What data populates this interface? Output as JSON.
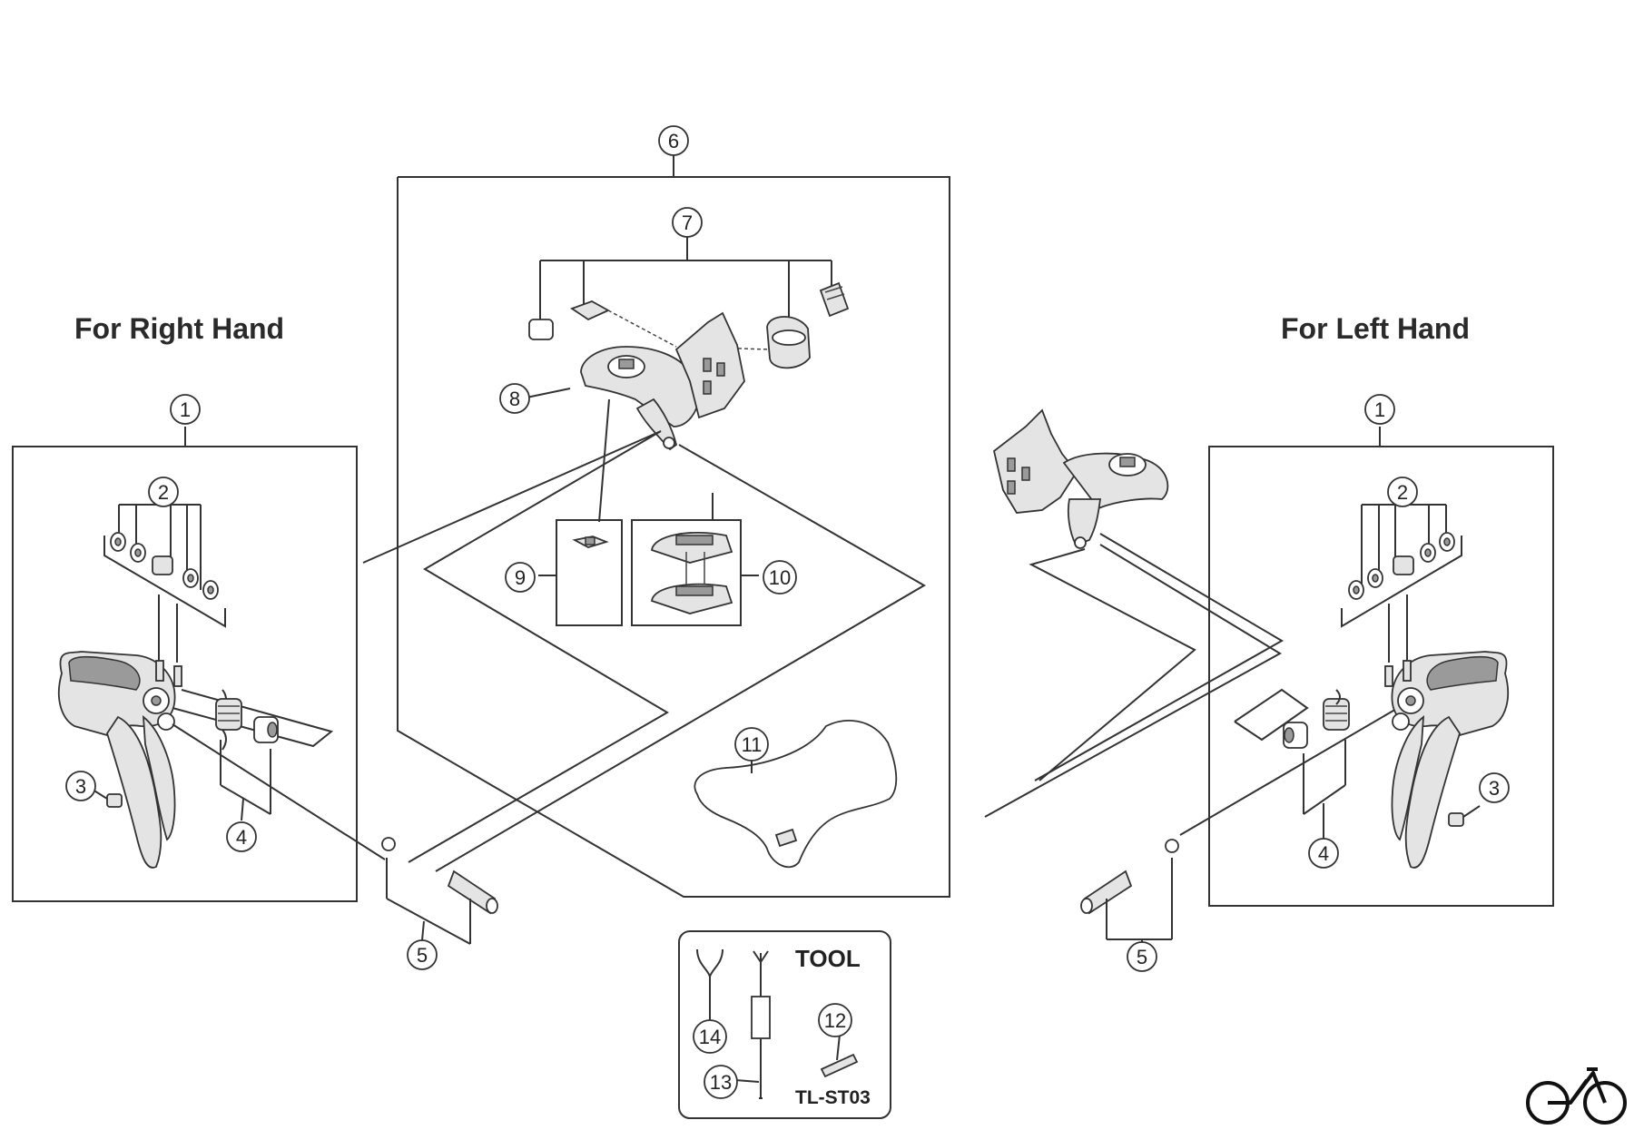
{
  "labels": {
    "right_hand": "For Right Hand",
    "left_hand": "For Left Hand",
    "tool_title": "TOOL",
    "tool_code": "TL-ST03"
  },
  "callouts": {
    "c1r": "1",
    "c2r": "2",
    "c3r": "3",
    "c4r": "4",
    "c5r": "5",
    "c6": "6",
    "c7": "7",
    "c8": "8",
    "c9": "9",
    "c10": "10",
    "c11": "11",
    "c1l": "1",
    "c2l": "2",
    "c3l": "3",
    "c4l": "4",
    "c5l": "5",
    "c12": "12",
    "c13": "13",
    "c14": "14"
  },
  "icons": {
    "corner_logo": "bicycle-icon"
  }
}
